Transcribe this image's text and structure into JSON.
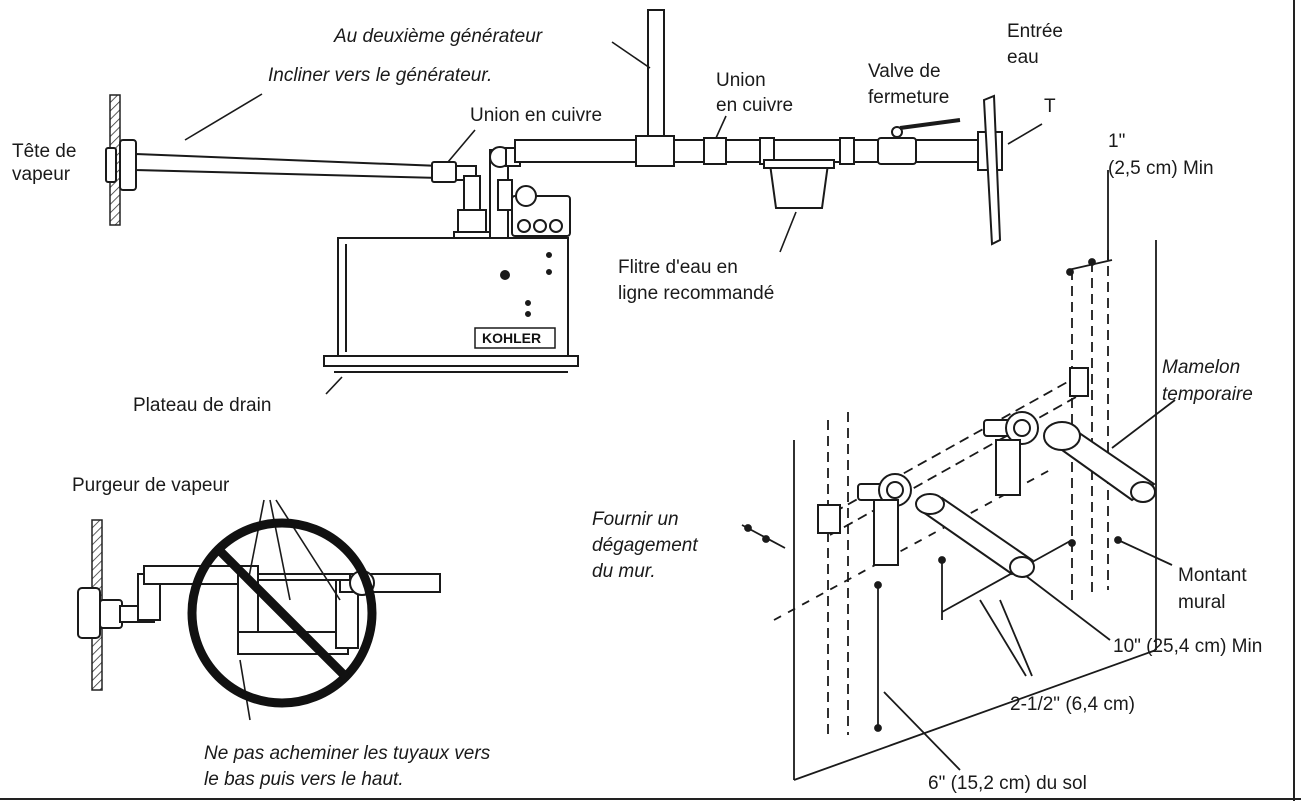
{
  "labels": {
    "second_generator": "Au deuxième générateur",
    "slope_to_generator": "Incliner vers le générateur.",
    "steam_head_1": "Tête de",
    "steam_head_2": "vapeur",
    "copper_union_left": "Union en cuivre",
    "copper_union_mid_1": "Union",
    "copper_union_mid_2": "en cuivre",
    "shutoff_valve_1": "Valve de",
    "shutoff_valve_2": "fermeture",
    "water_inlet_1": "Entrée",
    "water_inlet_2": "eau",
    "tee": "T",
    "min_1in_1": "1\"",
    "min_1in_2": "(2,5 cm) Min",
    "water_filter_1": "Flitre d'eau en",
    "water_filter_2": "ligne recommandé",
    "drain_pan": "Plateau de drain",
    "temp_nipple_1": "Mamelon",
    "temp_nipple_2": "temporaire",
    "steam_trap": "Purgeur de vapeur",
    "wall_clearance_1": "Fournir un",
    "wall_clearance_2": "dégagement",
    "wall_clearance_3": "du mur.",
    "wall_stud_1": "Montant",
    "wall_stud_2": "mural",
    "min_10in": "10\" (25,4 cm) Min",
    "spacing_2half": "2-1/2\" (6,4 cm)",
    "no_down_up_1": "Ne pas acheminer les tuyaux vers",
    "no_down_up_2": "le bas puis vers le haut.",
    "floor_6in": "6\" (15,2 cm) du sol"
  },
  "brand": "KOHLER",
  "icons": {
    "prohibited": "prohibited-sign-icon"
  },
  "colors": {
    "line": "#1a1a1a",
    "pipe_fill": "#ffffff",
    "hatch": "#555555"
  }
}
